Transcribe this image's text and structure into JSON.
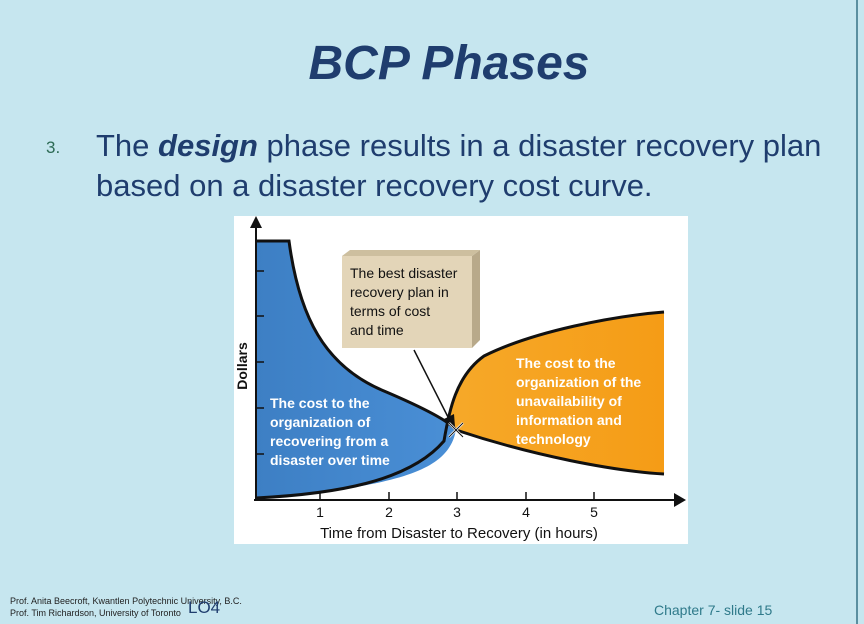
{
  "slide": {
    "title": "BCP Phases",
    "bullet_number": "3.",
    "bullet_pre": "The ",
    "bullet_emphasis": "design",
    "bullet_post": " phase results in a disaster recovery plan based on a disaster recovery cost curve."
  },
  "figure": {
    "callout": [
      "The best disaster",
      "recovery plan in",
      "terms of cost",
      "and time"
    ],
    "left_area_label": [
      "The cost to the",
      "organization of",
      "recovering from a",
      "disaster over time"
    ],
    "right_area_label": [
      "The cost to the",
      "organization of the",
      "unavailability of",
      "information and",
      "technology"
    ],
    "colors": {
      "blue_area": "#3b82c8",
      "orange_area": "#f5a020",
      "callout_fill": "#e3d5b8",
      "curve": "#111111"
    }
  },
  "chart_data": {
    "type": "area",
    "x": [
      0,
      1,
      2,
      3,
      4,
      5,
      6
    ],
    "xlabel": "Time from Disaster to Recovery (in hours)",
    "ylabel": "Dollars",
    "tick_labels": [
      "1",
      "2",
      "3",
      "4",
      "5"
    ],
    "series": [
      {
        "name": "The cost to the organization of recovering from a disaster over time",
        "values": [
          9,
          6.5,
          5.2,
          3.2,
          2.2,
          1.6,
          1.3
        ]
      },
      {
        "name": "The cost to the organization of the unavailability of information and technology",
        "values": [
          0.2,
          0.4,
          0.9,
          2.7,
          6.3,
          7.5,
          8.2
        ]
      }
    ],
    "annotation": "The best disaster recovery plan in terms of cost and time",
    "grid": false
  },
  "footer": {
    "credit_line1": "Prof. Anita Beecroft, Kwantlen Polytechnic University, B.C.",
    "credit_line2": "Prof. Tim Richardson, University of Toronto",
    "learning_objective": "LO4",
    "slide_number": "Chapter 7- slide 15"
  }
}
